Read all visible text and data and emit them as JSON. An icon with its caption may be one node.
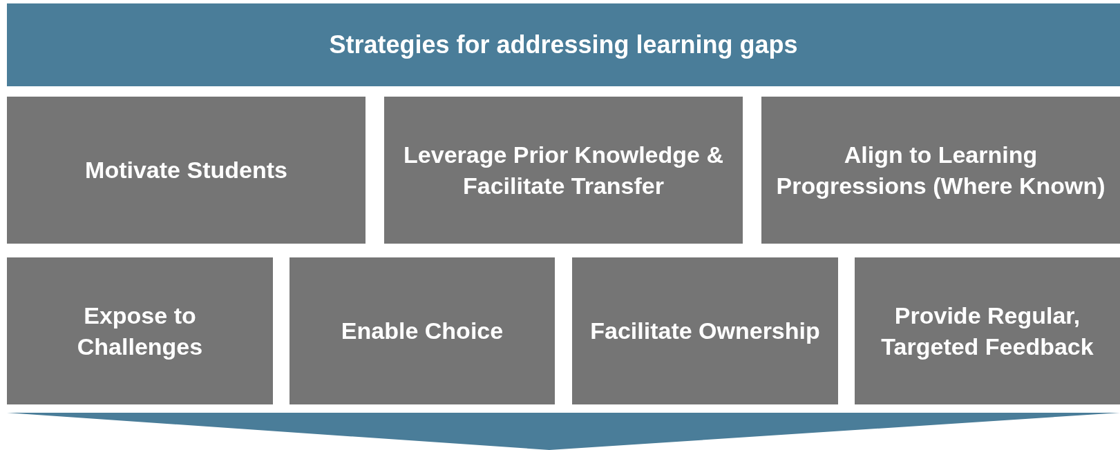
{
  "diagram": {
    "nodes": [
      {
        "text": [
          "Strategies for addressing learning gaps"
        ]
      },
      {
        "text": [
          "Motivate Students"
        ]
      },
      {
        "text": [
          "Leverage Prior Knowledge & Facilitate Transfer"
        ]
      },
      {
        "text": [
          "Align to Learning Progressions (Where Known)"
        ]
      },
      {
        "text": [
          "Expose to Challenges"
        ]
      },
      {
        "text": [
          "Enable Choice"
        ]
      },
      {
        "text": [
          "Facilitate Ownership"
        ]
      },
      {
        "text": [
          "Provide Regular, Targeted Feedback"
        ]
      }
    ]
  }
}
